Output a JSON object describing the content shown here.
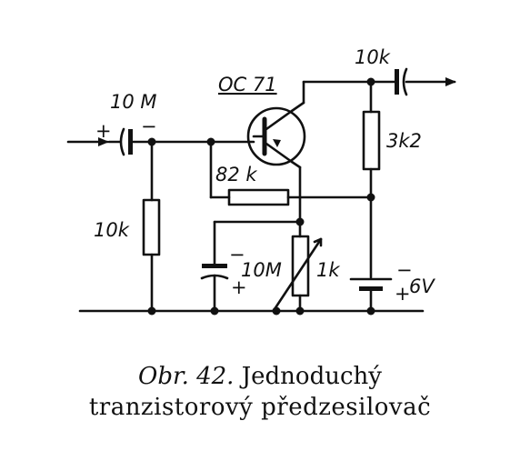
{
  "labels": {
    "c_in_value": "10 M",
    "c_in_plus": "+",
    "c_in_minus": "−",
    "transistor": "OC 71",
    "r_bias": "10k",
    "r_feedback": "82 k",
    "c_out_value": "10k",
    "r_collector": "3k2",
    "c_emitter_minus": "−",
    "c_emitter_value": "10M",
    "c_emitter_plus": "+",
    "r_emitter": "1k",
    "battery_minus": "−",
    "battery_plus": "+",
    "battery_value": "6V"
  },
  "caption": {
    "figure": "Obr. 42.",
    "title_line1": "Jednoduchý",
    "title_line2": "tranzistorový předzesilovač"
  }
}
